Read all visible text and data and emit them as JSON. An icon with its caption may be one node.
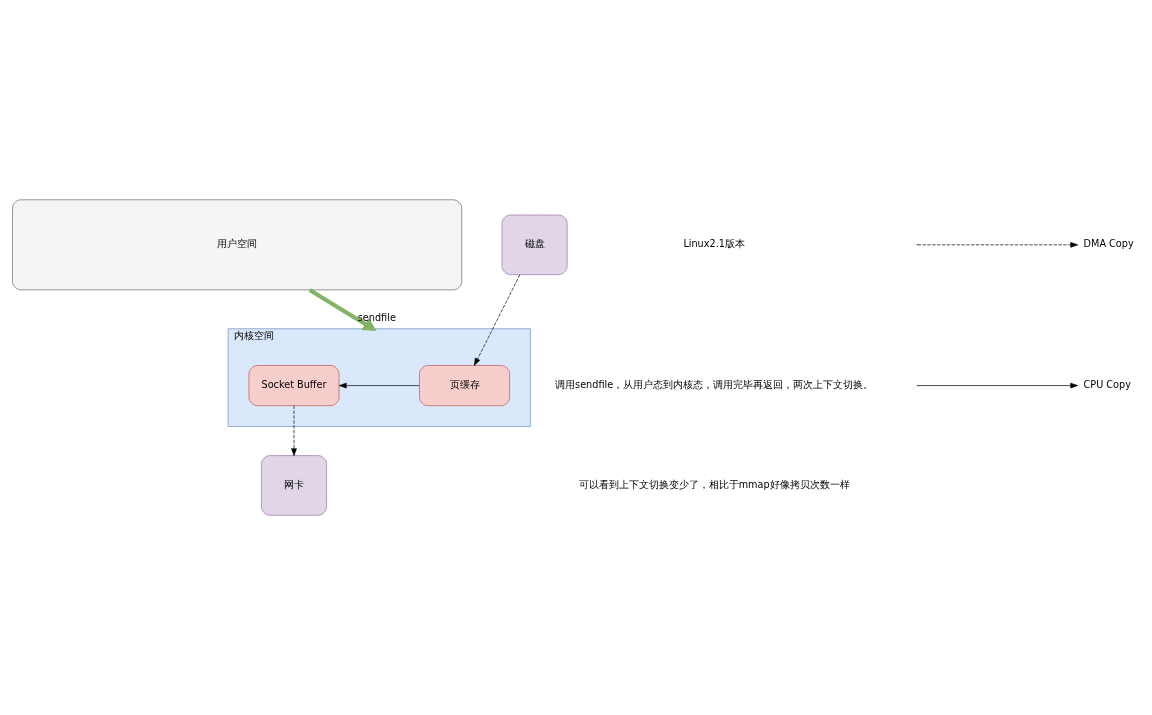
{
  "diagram": {
    "nodes": [
      {
        "text": [
          "用户空间"
        ]
      },
      {
        "text": [
          "内核空间"
        ]
      },
      {
        "text": [
          "页缓存"
        ],
        "in": 1
      },
      {
        "text": [
          "Socket Buffer"
        ],
        "in": 1
      },
      {
        "text": [
          "磁盘"
        ]
      },
      {
        "text": [
          "网卡"
        ]
      }
    ],
    "edges": [
      {
        "from": 0,
        "to": 1,
        "arrow": "to",
        "label": "sendfile",
        "style": "thick",
        "color": "#82b366"
      },
      {
        "from": 2,
        "to": 3,
        "arrow": "to"
      },
      {
        "from": 4,
        "to": 2,
        "arrow": "to",
        "style": "dashed"
      },
      {
        "from": 3,
        "to": 5,
        "arrow": "to",
        "style": "dashed"
      }
    ],
    "labels": [
      "Linux2.1版本",
      "调用sendfile，从用户态到内核态，调用完毕再返回，两次上下文切换。",
      "可以看到上下文切换变少了，相比于mmap好像拷贝次数一样"
    ],
    "legend": [
      {
        "text": "DMA Copy"
      },
      {
        "text": "CPU Copy"
      }
    ]
  }
}
